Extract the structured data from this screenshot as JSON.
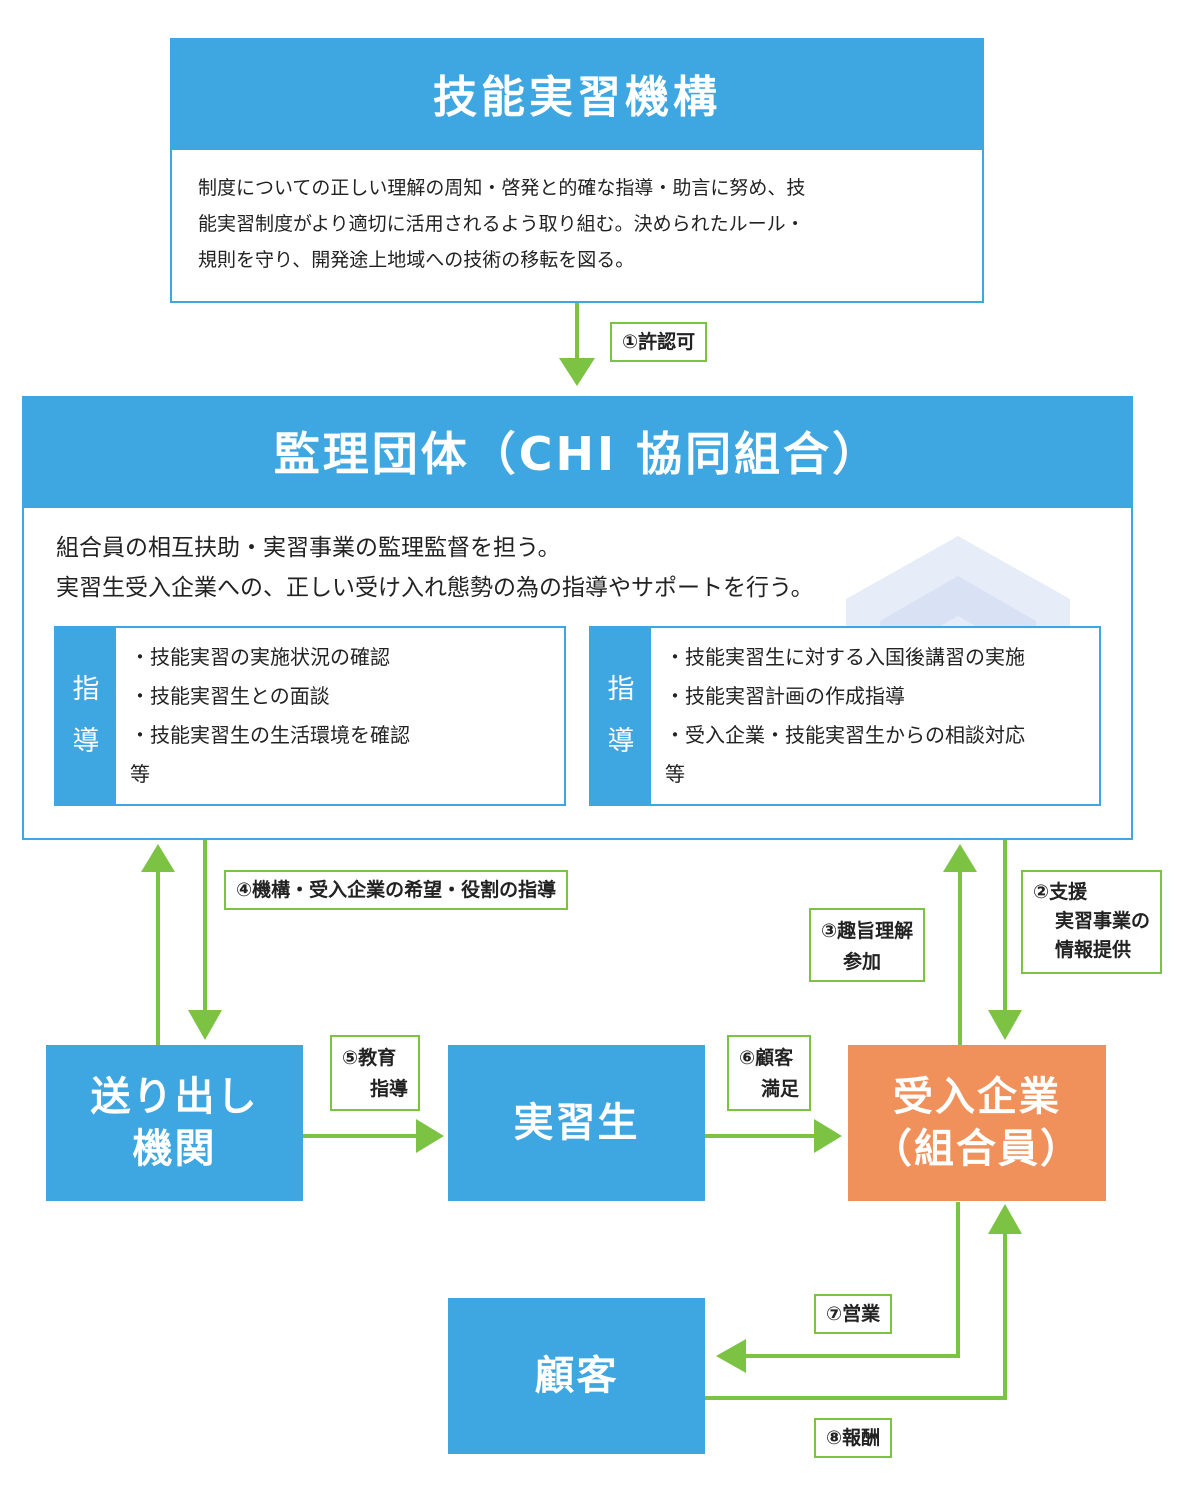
{
  "organization": {
    "title": "技能実習機構",
    "description_lines": [
      "制度についての正しい理解の周知・啓発と的確な指導・助言に努め、技",
      "能実習制度がより適切に活用されるよう取り組む。決められたルール・",
      "規則を守り、開発途上地域への技術の移転を図る。"
    ]
  },
  "supervisory": {
    "title": "監理団体（CHI 協同組合）",
    "description_lines": [
      "組合員の相互扶助・実習事業の監理監督を担う。",
      "実習生受入企業への、正しい受け入れ態勢の為の指導やサポートを行う。"
    ],
    "guidance_boxes": [
      {
        "tab": [
          "指",
          "導"
        ],
        "items": [
          "・技能実習の実施状況の確認",
          "・技能実習生との面談",
          "・技能実習生の生活環境を確認"
        ],
        "suffix": "等"
      },
      {
        "tab": [
          "指",
          "導"
        ],
        "items": [
          "・技能実習生に対する入国後講習の実施",
          "・技能実習計画の作成指導",
          "・受入企業・技能実習生からの相談対応"
        ],
        "suffix": "等"
      }
    ]
  },
  "nodes": {
    "sending": [
      "送り出し",
      "機関"
    ],
    "trainee": "実習生",
    "company": [
      "受入企業",
      "（組合員）"
    ],
    "customer": "顧客"
  },
  "edge_labels": {
    "e1": "①許認可",
    "e2": [
      "②支援",
      "実習事業の",
      "情報提供"
    ],
    "e3": [
      "③趣旨理解",
      "参加"
    ],
    "e4": "④機構・受入企業の希望・役割の指導",
    "e5": [
      "⑤教育",
      "指導"
    ],
    "e6": [
      "⑥顧客",
      "満足"
    ],
    "e7": "⑦営業",
    "e8": "⑧報酬"
  },
  "colors": {
    "blue": "#3ea6e0",
    "orange": "#f0905a",
    "green": "#7cc243"
  }
}
